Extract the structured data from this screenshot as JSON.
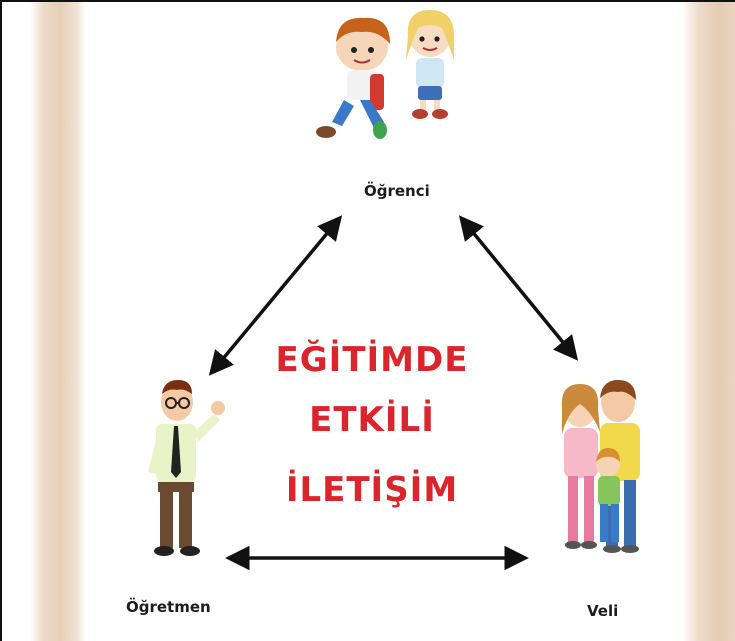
{
  "diagram": {
    "nodes": {
      "student": {
        "label": "Öğrenci"
      },
      "teacher": {
        "label": "Öğretmen"
      },
      "parent": {
        "label": "Veli"
      }
    },
    "title_lines": [
      "EĞİTİMDE",
      "ETKİLİ",
      "İLETİŞİM"
    ],
    "edges": [
      {
        "from": "teacher",
        "to": "student",
        "type": "bidirectional"
      },
      {
        "from": "student",
        "to": "parent",
        "type": "bidirectional"
      },
      {
        "from": "teacher",
        "to": "parent",
        "type": "bidirectional"
      }
    ],
    "colors": {
      "title": "#d9252b",
      "arrow": "#111111",
      "side_panels": "#e2c6ab"
    },
    "illustrations": [
      "children-illustration",
      "teacher-illustration",
      "family-illustration"
    ]
  }
}
